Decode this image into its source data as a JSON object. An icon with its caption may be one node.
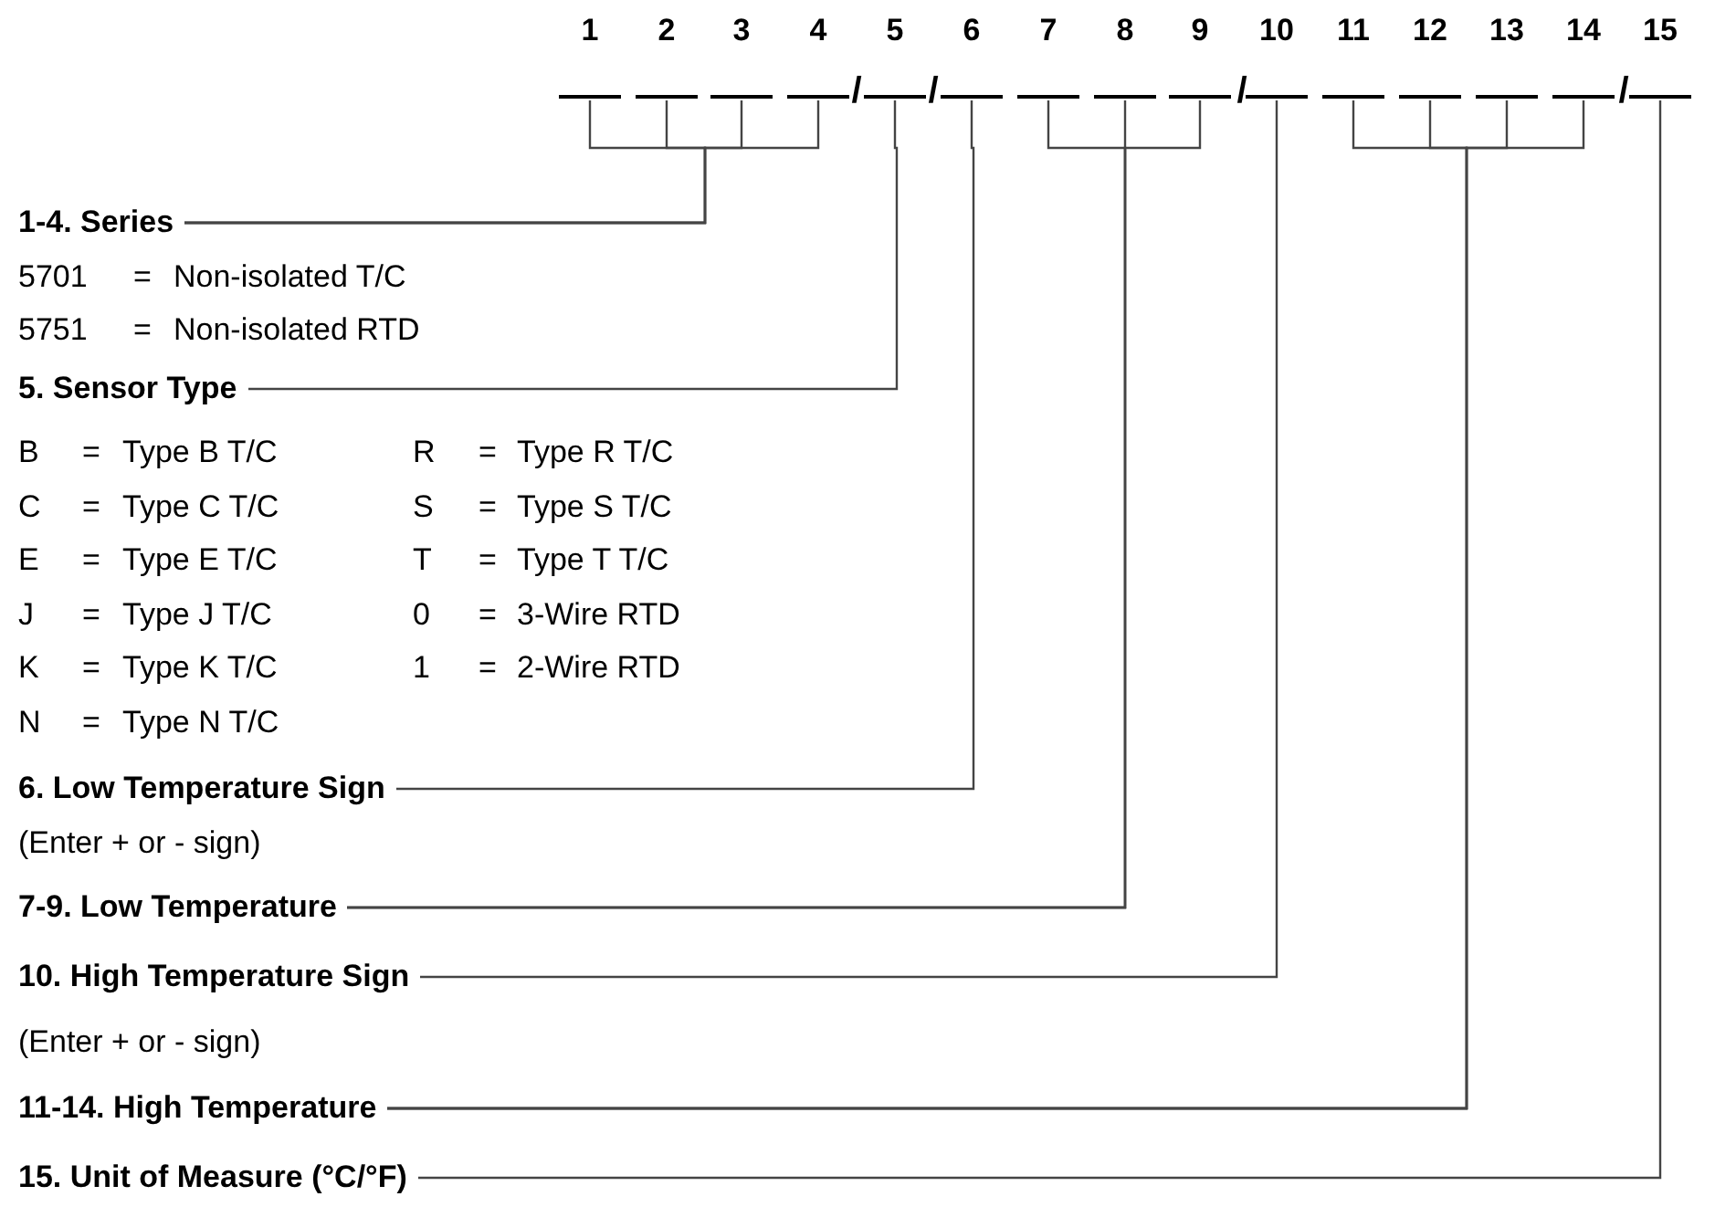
{
  "diagram": {
    "nodes": [
      {
        "text": [],
        "shape": "bar"
      },
      {
        "text": [],
        "shape": "bar"
      },
      {
        "text": [],
        "shape": "bar"
      },
      {
        "text": [],
        "shape": "bar"
      },
      {
        "text": [],
        "shape": "bar"
      },
      {
        "text": [],
        "shape": "bar"
      },
      {
        "text": [],
        "shape": "bar"
      },
      {
        "text": [],
        "shape": "bar"
      },
      {
        "text": [],
        "shape": "bar"
      },
      {
        "text": [],
        "shape": "bar"
      },
      {
        "text": [],
        "shape": "bar"
      },
      {
        "text": [],
        "shape": "bar"
      },
      {
        "text": [],
        "shape": "bar"
      },
      {
        "text": [],
        "shape": "bar"
      },
      {
        "text": [],
        "shape": "bar"
      },
      {
        "text": [
          "1-4. Series"
        ]
      },
      {
        "text": [
          "5. Sensor Type"
        ]
      },
      {
        "text": [
          "6. Low Temperature Sign"
        ]
      },
      {
        "text": [
          "7-9. Low Temperature"
        ]
      },
      {
        "text": [
          "10. High Temperature Sign"
        ]
      },
      {
        "text": [
          "11-14. High Temperature"
        ]
      },
      {
        "text": [
          "15. Unit of Measure (°C/°F)"
        ]
      }
    ],
    "edges": [
      {
        "from": 15,
        "to": 0,
        "arrow": "none"
      },
      {
        "from": 15,
        "to": 1,
        "arrow": "none"
      },
      {
        "from": 15,
        "to": 2,
        "arrow": "none"
      },
      {
        "from": 15,
        "to": 3,
        "arrow": "none"
      },
      {
        "from": 16,
        "to": 4,
        "arrow": "none"
      },
      {
        "from": 17,
        "to": 5,
        "arrow": "none"
      },
      {
        "from": 18,
        "to": 6,
        "arrow": "none"
      },
      {
        "from": 18,
        "to": 7,
        "arrow": "none"
      },
      {
        "from": 18,
        "to": 8,
        "arrow": "none"
      },
      {
        "from": 19,
        "to": 9,
        "arrow": "none"
      },
      {
        "from": 20,
        "to": 10,
        "arrow": "none"
      },
      {
        "from": 20,
        "to": 11,
        "arrow": "none"
      },
      {
        "from": 20,
        "to": 12,
        "arrow": "none"
      },
      {
        "from": 20,
        "to": 13,
        "arrow": "none"
      },
      {
        "from": 21,
        "to": 14,
        "arrow": "none"
      }
    ],
    "labels": [
      "1",
      "2",
      "3",
      "4",
      "5",
      "6",
      "7",
      "8",
      "9",
      "10",
      "11",
      "12",
      "13",
      "14",
      "15",
      "/",
      "/",
      "/",
      "/",
      "5701",
      "=",
      "Non-isolated T/C",
      "5751",
      "=",
      "Non-isolated RTD",
      "B",
      "=",
      "Type B T/C",
      "R",
      "=",
      "Type R T/C",
      "C",
      "=",
      "Type C T/C",
      "S",
      "=",
      "Type S T/C",
      "E",
      "=",
      "Type E T/C",
      "T",
      "=",
      "Type T T/C",
      "J",
      "=",
      "Type J T/C",
      "0",
      "=",
      "3-Wire RTD",
      "K",
      "=",
      "Type K T/C",
      "1",
      "=",
      "2-Wire RTD",
      "N",
      "=",
      "Type N T/C",
      "(Enter + or - sign)",
      "(Enter + or - sign)"
    ]
  }
}
